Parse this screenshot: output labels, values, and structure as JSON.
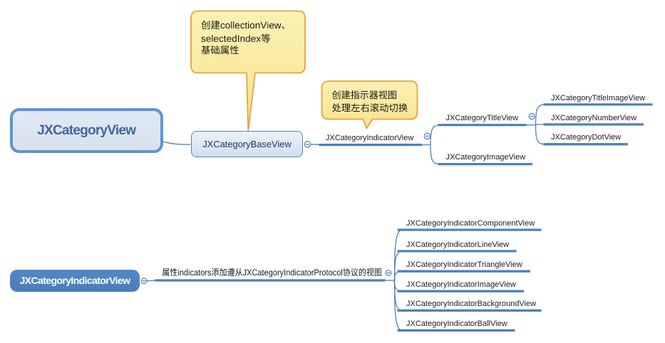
{
  "diagram_title": "JXCategoryView mind map",
  "colors": {
    "background": "#FFFFFF",
    "line": "#4F81BD",
    "root_border": "#5E93D4",
    "root_fill": "#DCE6F2",
    "root_text": "#44699E",
    "box_border": "#4F81BD",
    "box_fill_top": "#EAF0F8",
    "box_fill_bottom": "#D2DFF0",
    "box_text": "#17375E",
    "filled_box": "#4E81BD",
    "filled_box_text": "#FFFFFF",
    "label_text": "#1B1B1B",
    "callout_border": "#E9A33C",
    "callout_fill_top": "#FBF1B4",
    "callout_fill_bottom": "#F8E38B",
    "callout_text": "#1B1B1B"
  },
  "top_tree": {
    "root": {
      "label": "JXCategoryView"
    },
    "base": {
      "label": "JXCategoryBaseView"
    },
    "indicator": {
      "label": "JXCategoryIndicatorView"
    },
    "title": {
      "label": "JXCategoryTitleView"
    },
    "image": {
      "label": "JXCategoryImageView"
    },
    "title_children": [
      {
        "label": "JXCategoryTitleImageView"
      },
      {
        "label": "JXCategoryNumberView"
      },
      {
        "label": "JXCategoryDotView"
      }
    ]
  },
  "callouts": {
    "base_note": {
      "line1": "创建collectionView、",
      "line2": "selectedIndex等",
      "line3": "基础属性"
    },
    "indicator_note": {
      "line1": "创建指示器视图",
      "line2": "处理左右滚动切换"
    }
  },
  "bottom_tree": {
    "root": {
      "label": "JXCategoryIndicatorView"
    },
    "relation_label": "属性indicators添加遵从JXCategoryIndicatorProtocol协议的视图",
    "children": [
      {
        "label": "JXCategoryIndicatorComponentView"
      },
      {
        "label": "JXCategoryIndicatorLineView"
      },
      {
        "label": "JXCategoryIndicatorTriangleView"
      },
      {
        "label": "JXCategoryIndicatorImageView"
      },
      {
        "label": "JXCategoryIndicatorBackgroundView"
      },
      {
        "label": "JXCategoryIndicatorBallView"
      }
    ]
  }
}
